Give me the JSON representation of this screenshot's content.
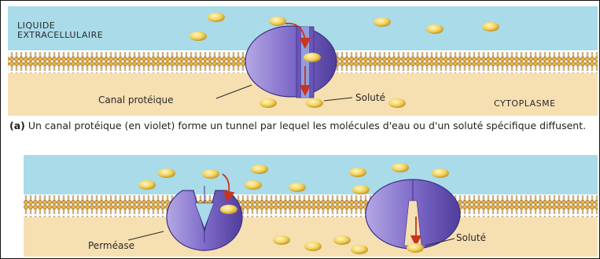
{
  "panel_a": {
    "region_top": "LIQUIDE\nEXTRACELLULAIRE",
    "region_bottom": "CYTOPLASME",
    "channel_label": "Canal protéique",
    "solute_label": "Soluté"
  },
  "caption": {
    "marker": "(a)",
    "text": "Un canal protéique (en violet) forme un tunnel par lequel les molécules d'eau ou d'un soluté spécifique diffusent."
  },
  "panel_b": {
    "permease_label": "Perméase",
    "solute_label": "Soluté"
  },
  "colors": {
    "water": "#a9dbe8",
    "cytoplasm": "#f6dfb1",
    "membrane": "#d8a437",
    "protein": "#7d6ac8",
    "solute": "#f0cf57",
    "arrow": "#c8341e"
  }
}
